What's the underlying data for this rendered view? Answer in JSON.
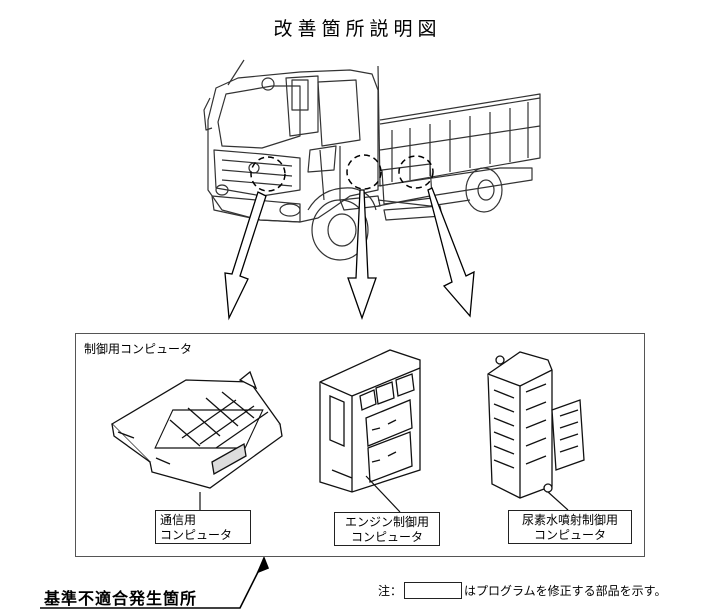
{
  "title": "改善箇所説明図",
  "box_label": "制御用コンピュータ",
  "callouts": {
    "comm": {
      "line1": "通信用",
      "line2": "コンピュータ"
    },
    "engine": {
      "line1": "エンジン制御用",
      "line2": "コンピュータ"
    },
    "urea": {
      "line1": "尿素水噴射制御用",
      "line2": "コンピュータ"
    }
  },
  "defect_label": "基準不適合発生箇所",
  "note": {
    "prefix": "注：",
    "suffix": "はプログラムを修正する部品を示す。"
  }
}
